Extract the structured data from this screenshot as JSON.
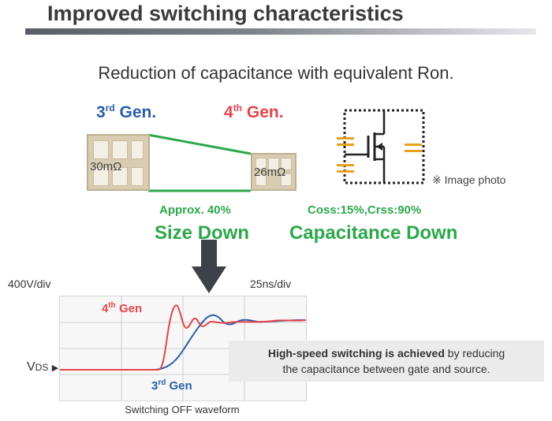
{
  "title": "Improved switching characteristics",
  "subtitle": "Reduction of capacitance with equivalent Ron.",
  "gen3": {
    "num": "3",
    "sup": "rd",
    "word": "Gen."
  },
  "gen4": {
    "num": "4",
    "sup": "th",
    "word": "Gen."
  },
  "chip3_resistance": "30mΩ",
  "chip4_resistance": "26mΩ",
  "size": {
    "approx": "Approx. 40%",
    "label": "Size Down"
  },
  "capacitance": {
    "ratio": "Coss:15%,Crss:90%",
    "label": "Capacitance Down"
  },
  "image_note": "※ Image photo",
  "scope": {
    "v_scale": "400V/div",
    "t_scale": "25ns/div",
    "vds_main": "V",
    "vds_sub": "DS",
    "label4": {
      "num": "4",
      "sup": "th",
      "word": "Gen"
    },
    "label3": {
      "num": "3",
      "sup": "rd",
      "word": "Gen"
    },
    "caption": "Switching OFF waveform"
  },
  "callout": {
    "bold": "High-speed switching is achieved",
    "rest1": " by reducing",
    "rest2": "the capacitance between gate and source."
  },
  "colors": {
    "gen3_blue": "#2a5ea8",
    "gen4_red": "#e2454a",
    "green": "#2ca84b",
    "capacitor_orange": "#e8a020"
  }
}
